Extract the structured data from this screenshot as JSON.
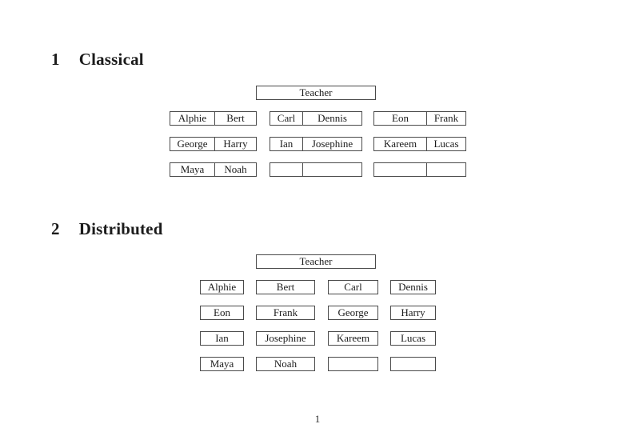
{
  "sections": {
    "classical": {
      "number": "1",
      "title": "Classical"
    },
    "distributed": {
      "number": "2",
      "title": "Distributed"
    }
  },
  "classical": {
    "teacher_label": "Teacher",
    "rows": [
      [
        [
          "Alphie",
          "Bert"
        ],
        [
          "Carl",
          "Dennis"
        ],
        [
          "Eon",
          "Frank"
        ]
      ],
      [
        [
          "George",
          "Harry"
        ],
        [
          "Ian",
          "Josephine"
        ],
        [
          "Kareem",
          "Lucas"
        ]
      ],
      [
        [
          "Maya",
          "Noah"
        ],
        [
          "",
          ""
        ],
        [
          "",
          ""
        ]
      ]
    ]
  },
  "distributed": {
    "teacher_label": "Teacher",
    "rows": [
      [
        "Alphie",
        "Bert",
        "Carl",
        "Dennis"
      ],
      [
        "Eon",
        "Frank",
        "George",
        "Harry"
      ],
      [
        "Ian",
        "Josephine",
        "Kareem",
        "Lucas"
      ],
      [
        "Maya",
        "Noah",
        "",
        ""
      ]
    ]
  },
  "footer": {
    "page_number": "1"
  },
  "colors": {
    "border": "#4a4a4a",
    "text": "#1b1b1b",
    "background": "#ffffff"
  }
}
